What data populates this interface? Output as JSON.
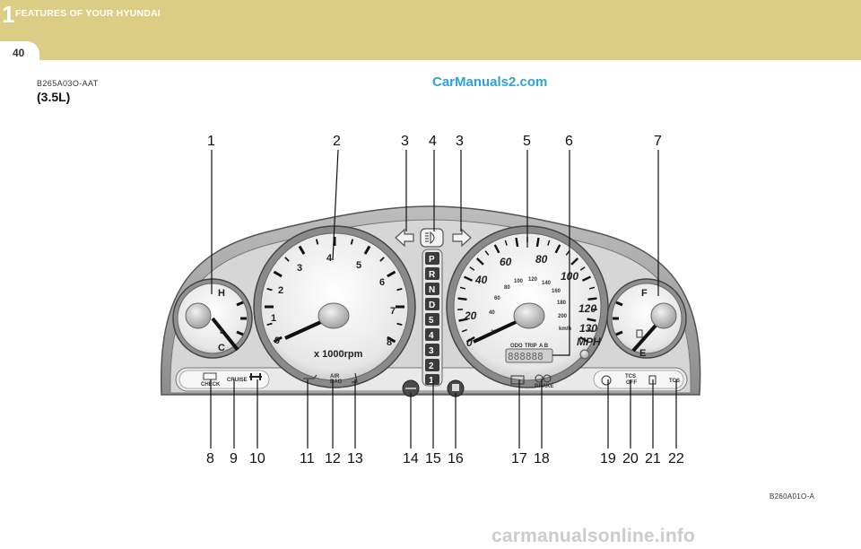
{
  "header": {
    "chapter_number": "1",
    "chapter_title": "FEATURES OF YOUR HYUNDAI",
    "page_number": "40"
  },
  "watermark_top": "CarManuals2.com",
  "watermark_bottom": "carmanualsonline.info",
  "section": {
    "code": "B265A03O-AAT",
    "engine": "(3.5L)"
  },
  "figure_code": "B260A01O-A",
  "callouts_top": [
    "1",
    "2",
    "3",
    "4",
    "3",
    "5",
    "6",
    "7"
  ],
  "callouts_bottom": [
    "8",
    "9",
    "10",
    "11",
    "12",
    "13",
    "14",
    "15",
    "16",
    "17",
    "18",
    "19",
    "20",
    "21",
    "22"
  ],
  "gauges": {
    "temp": {
      "hot": "H",
      "cold": "C"
    },
    "fuel": {
      "full": "F",
      "empty": "E"
    },
    "tachometer": {
      "ticks": [
        "0",
        "1",
        "2",
        "3",
        "4",
        "5",
        "6",
        "7",
        "8"
      ],
      "unit": "x 1000rpm"
    },
    "speedometer": {
      "mph_ticks": [
        "0",
        "20",
        "40",
        "60",
        "80",
        "100",
        "120",
        "130"
      ],
      "mph_unit": "MPH",
      "kmh_ticks": [
        "20",
        "40",
        "60",
        "80",
        "100",
        "120",
        "140",
        "160",
        "180",
        "200"
      ],
      "kmh_unit": "km/h",
      "odo": "ODO",
      "trip": "TRIP",
      "ab": "A B",
      "odometer_display": "888888"
    },
    "gear_indicator": [
      "P",
      "R",
      "N",
      "D",
      "5",
      "4",
      "3",
      "2",
      "1"
    ]
  },
  "warning_lights": {
    "check": "CHECK",
    "cruise": "CRUISE",
    "air_bag": "AIR\nBAG",
    "air_bag_line1": "AIR",
    "air_bag_line2": "BAG",
    "brake": "BRAKE",
    "tcs_off_line1": "TCS",
    "tcs_off_line2": "OFF",
    "tcs": "TCS"
  }
}
